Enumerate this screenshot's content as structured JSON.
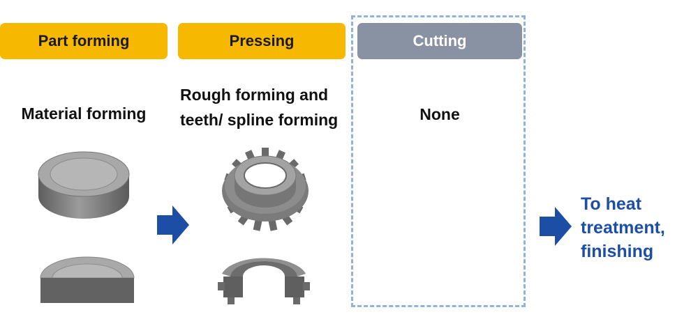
{
  "stages": [
    {
      "header": "Part forming",
      "caption_lines": [
        "Material forming"
      ]
    },
    {
      "header": "Pressing",
      "caption_lines": [
        "Rough forming and",
        "teeth/ spline forming"
      ]
    },
    {
      "header": "Cutting",
      "caption_lines": [
        "None"
      ]
    }
  ],
  "final_text_lines": [
    "To heat",
    "treatment,",
    "finishing"
  ],
  "colors": {
    "header_yellow": "#f6b800",
    "header_gray": "#8892a2",
    "dashed_border": "#8fb3d9",
    "arrow_blue": "#1d4ea6",
    "final_text": "#1d4ea6"
  },
  "icons": {
    "part_forming": [
      "material-blank-icon",
      "material-blank-section-icon"
    ],
    "pressing": [
      "sprocket-gear-icon",
      "sprocket-gear-section-icon"
    ],
    "arrows": [
      "right-arrow-icon",
      "right-arrow-icon"
    ]
  }
}
